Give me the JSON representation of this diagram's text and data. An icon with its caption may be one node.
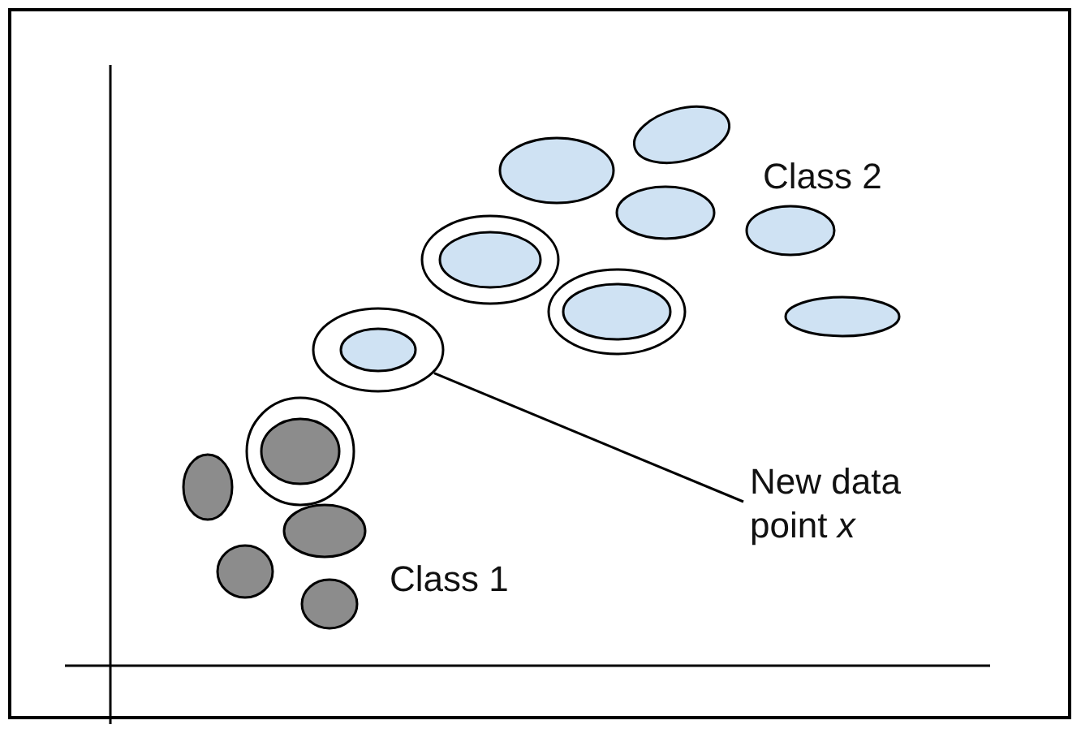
{
  "diagram": {
    "nodes": [
      {
        "text": [
          "New data point *x*"
        ]
      },
      {
        "text": [],
        "shape": "ellipse"
      },
      {
        "text": [],
        "shape": "ellipse"
      },
      {
        "text": [],
        "shape": "ellipse"
      },
      {
        "text": [],
        "shape": "ellipse"
      }
    ],
    "edges": [
      {
        "from": 0,
        "to": 2,
        "arrow": "none"
      }
    ],
    "labels": [
      "Class 2",
      "Class 1"
    ]
  }
}
